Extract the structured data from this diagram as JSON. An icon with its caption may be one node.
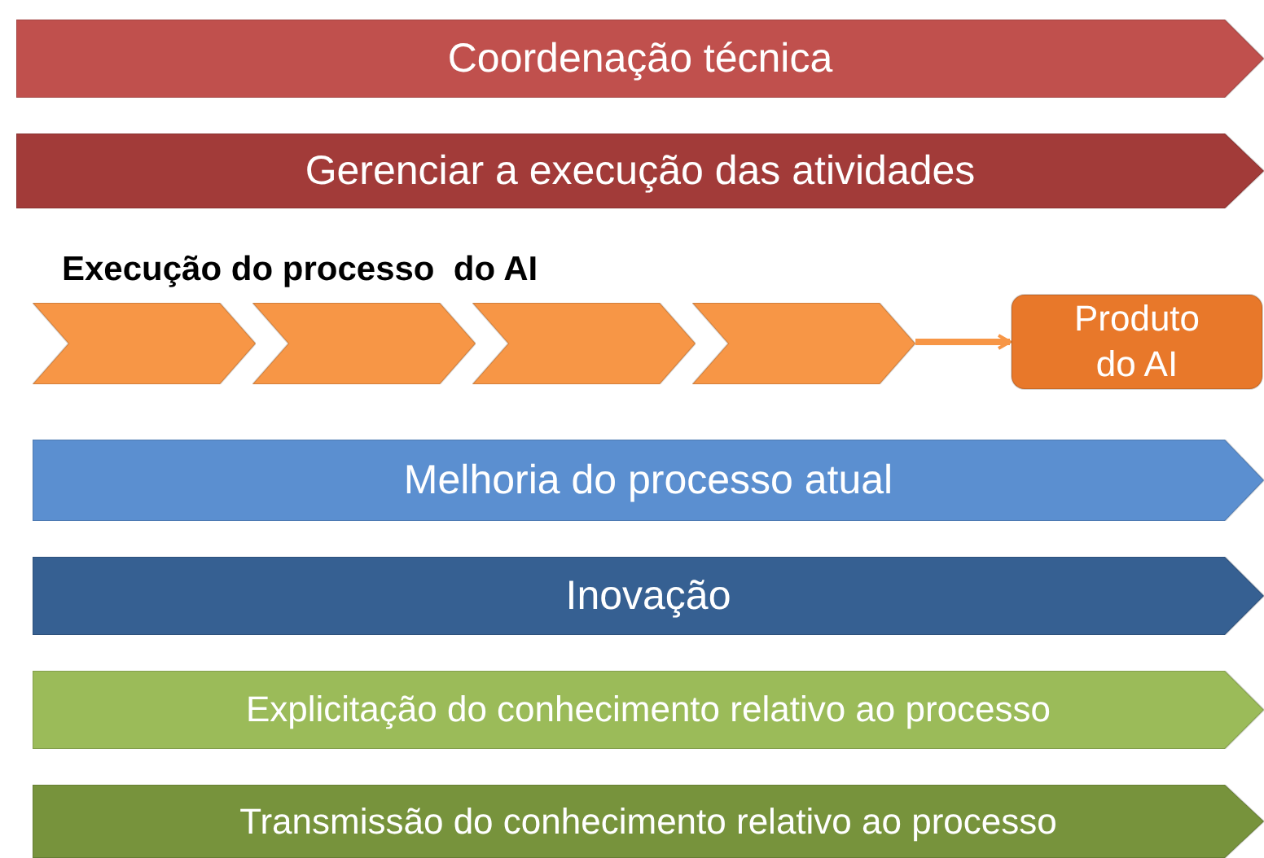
{
  "diagram": {
    "nodes": [
      {
        "text": [
          "Coordenação técnica"
        ]
      },
      {
        "text": [
          "Gerenciar a execução das atividades"
        ]
      },
      {
        "text": [],
        "shape": "chevron"
      },
      {
        "text": [],
        "shape": "chevron"
      },
      {
        "text": [],
        "shape": "chevron"
      },
      {
        "text": [],
        "shape": "chevron"
      },
      {
        "text": [
          "Produto do AI"
        ]
      },
      {
        "text": [
          "Melhoria do processo atual"
        ]
      },
      {
        "text": [
          "Inovação"
        ]
      },
      {
        "text": [
          "Explicitação do conhecimento relativo ao processo"
        ]
      },
      {
        "text": [
          "Transmissão do conhecimento relativo ao processo"
        ]
      }
    ],
    "edges": [
      {
        "from": 5,
        "to": 6,
        "arrow": "to"
      }
    ],
    "labels": [
      "Execução do processo  do AI"
    ]
  }
}
